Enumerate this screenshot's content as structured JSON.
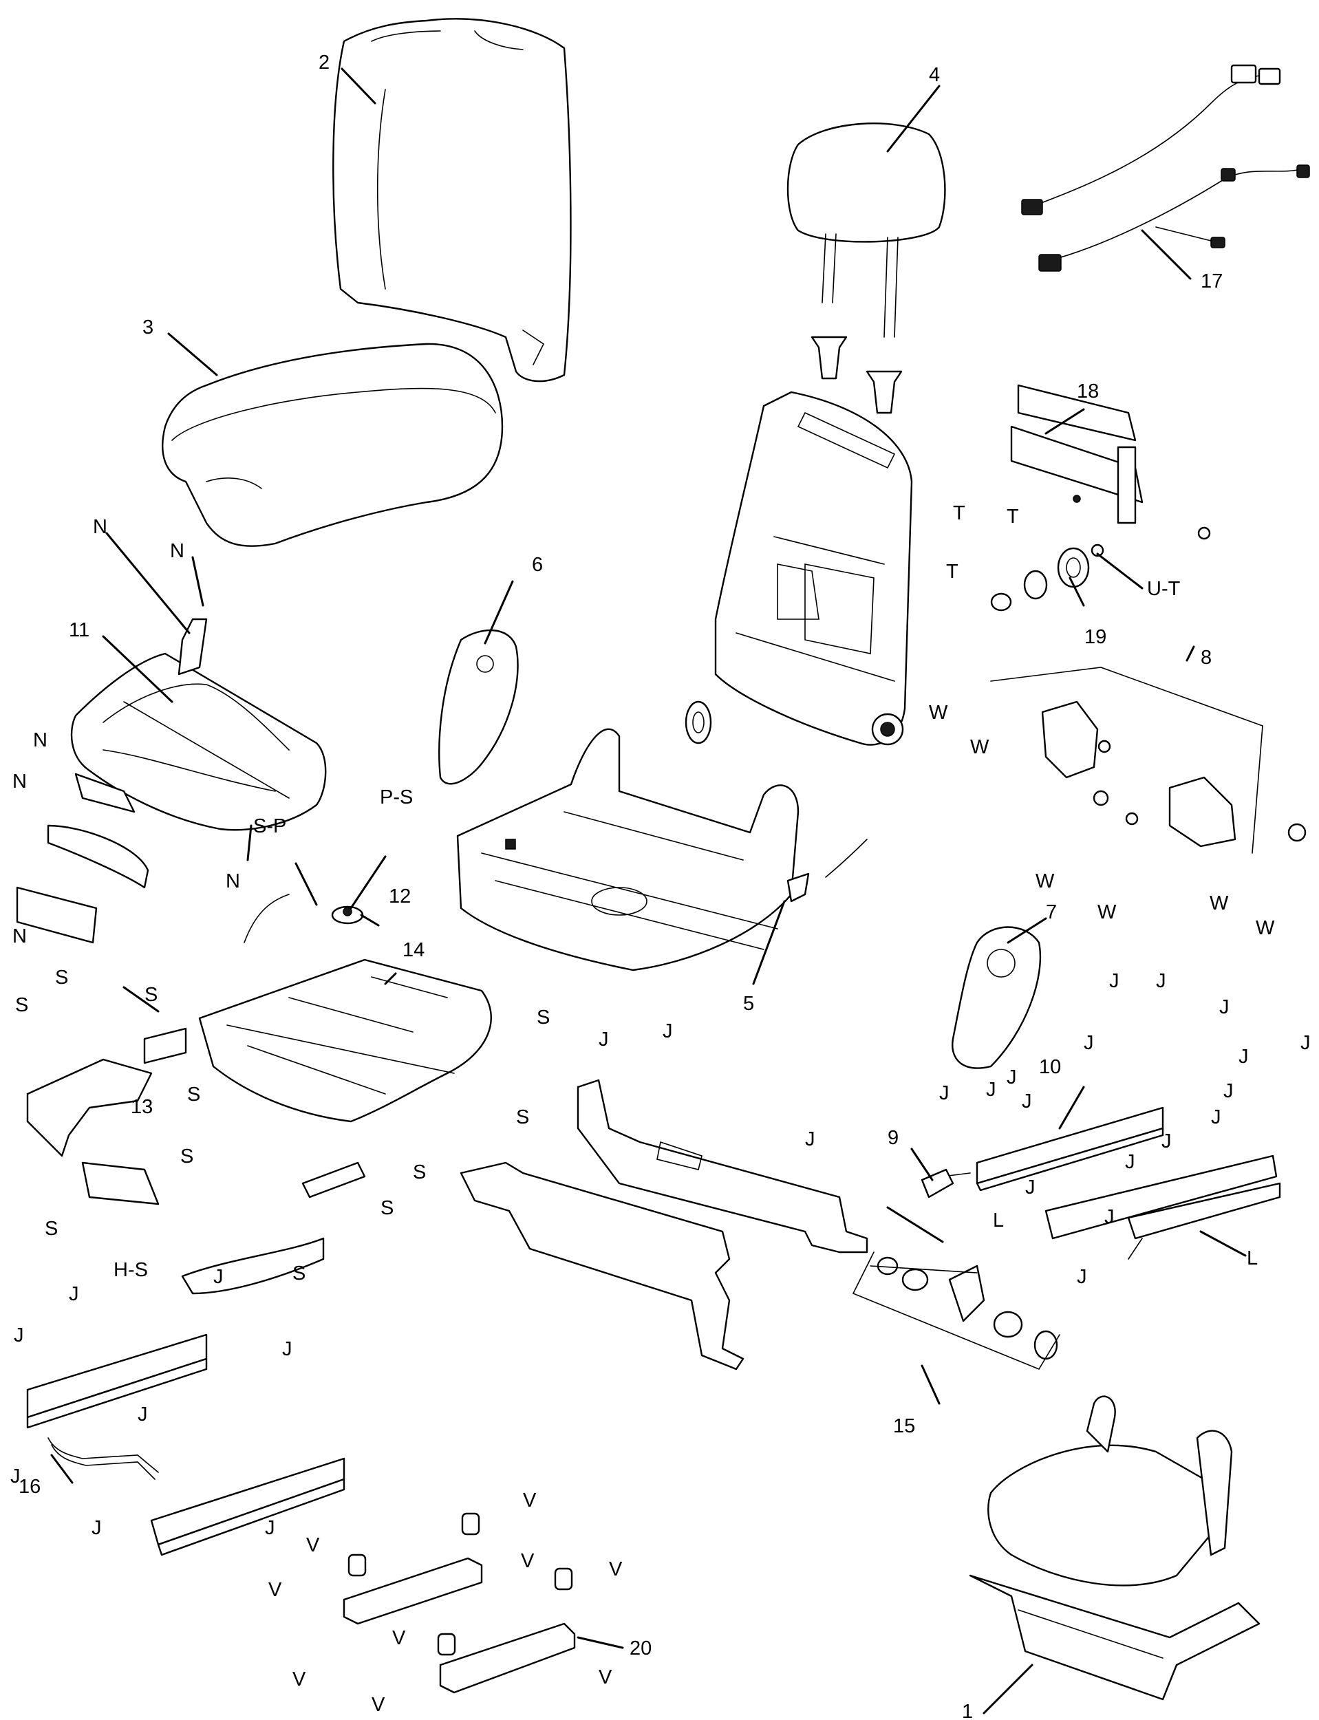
{
  "callouts": {
    "c1": "1",
    "c2": "2",
    "c3": "3",
    "c4": "4",
    "c5": "5",
    "c6": "6",
    "c7": "7",
    "c8": "8",
    "c9": "9",
    "c10": "10",
    "c11": "11",
    "c12": "12",
    "c13": "13",
    "c14": "14",
    "c15": "15",
    "c16": "16",
    "c17": "17",
    "c18": "18",
    "c19": "19",
    "c20": "20",
    "N": "N",
    "S": "S",
    "J": "J",
    "W": "W",
    "T": "T",
    "V": "V",
    "L": "L",
    "UT": "U-T",
    "PS": "P-S",
    "SP": "S-P",
    "HS": "H-S"
  }
}
